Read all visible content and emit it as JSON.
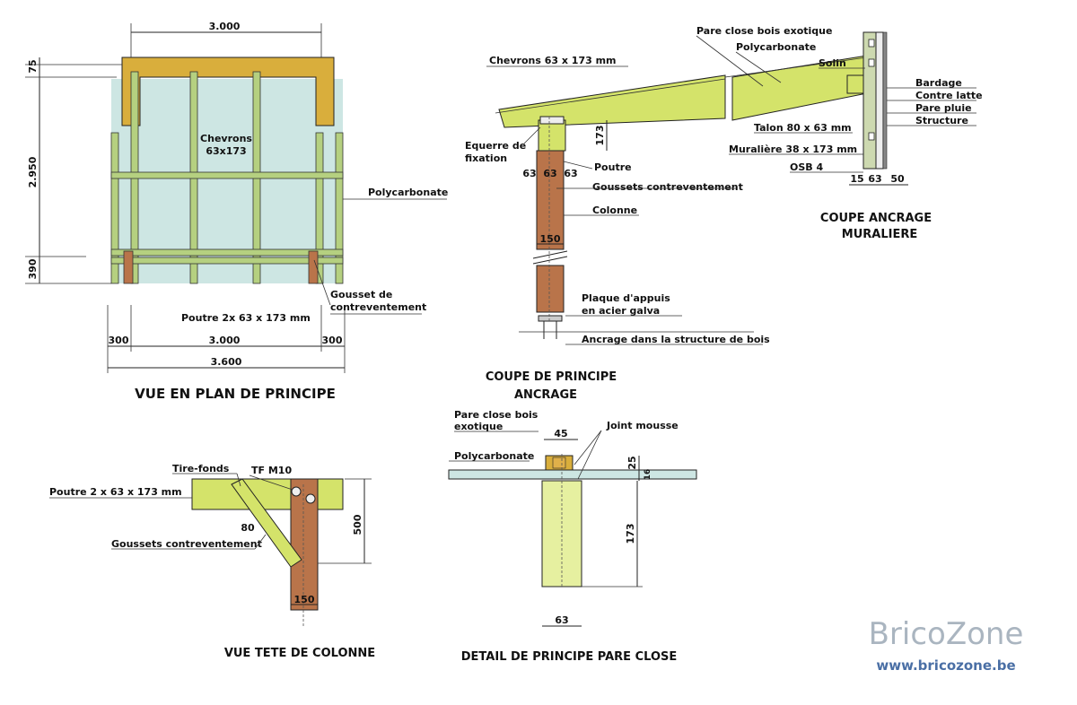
{
  "colors": {
    "wood_yellow": "#d4e36a",
    "beam_ochre": "#d9ae3c",
    "column_brown": "#b9744a",
    "glass": "#cde6e3",
    "watermark_grey": "#aab5c0",
    "watermark_blue": "#4a6fa5"
  },
  "plan": {
    "title": "VUE EN PLAN DE PRINCIPE",
    "dims": {
      "top_width": "3.000",
      "v_75": "75",
      "v_2950": "2.950",
      "v_390": "390",
      "left_300": "300",
      "mid_3000": "3.000",
      "right_300": "300",
      "total": "3.600"
    },
    "labels": {
      "chevrons_1": "Chevrons",
      "chevrons_2": "63x173",
      "polycarbonate": "Polycarbonate",
      "gousset_1": "Gousset de",
      "gousset_2": "contreventement",
      "poutre": "Poutre 2x 63 x 173 mm"
    }
  },
  "coupe_ancrage": {
    "title_1": "COUPE DE PRINCIPE",
    "title_2": "ANCRAGE",
    "labels": {
      "chevrons": "Chevrons 63 x 173 mm",
      "equerre_1": "Equerre de",
      "equerre_2": "fixation",
      "poutre": "Poutre",
      "goussets": "Goussets contreventement",
      "colonne": "Colonne",
      "plaque_1": "Plaque d'appuis",
      "plaque_2": "en acier galva",
      "ancrage": "Ancrage dans la structure de bois"
    },
    "dims": {
      "d173": "173",
      "d63a": "63",
      "d63b": "63",
      "d63c": "63",
      "d150": "150"
    }
  },
  "coupe_muraliere": {
    "title_1": "COUPE ANCRAGE",
    "title_2": "MURALIERE",
    "labels": {
      "pare_close": "Pare close bois exotique",
      "polycarbonate": "Polycarbonate",
      "solin": "Solin",
      "bardage": "Bardage",
      "contre_latte": "Contre latte",
      "pare_pluie": "Pare pluie",
      "structure": "Structure",
      "talon": "Talon 80 x 63 mm",
      "muraliere": "Muralière 38 x 173 mm",
      "osb": "OSB 4"
    },
    "dims": {
      "d15": "15",
      "d63": "63",
      "d50": "50"
    }
  },
  "tete_colonne": {
    "title": "VUE TETE DE COLONNE",
    "labels": {
      "tire_fonds": "Tire-fonds",
      "tf_m10": "TF M10",
      "poutre": "Poutre 2 x 63 x 173 mm",
      "goussets": "Goussets contreventement"
    },
    "dims": {
      "d80": "80",
      "d500": "500",
      "d150": "150"
    }
  },
  "pare_close": {
    "title": "DETAIL DE PRINCIPE PARE CLOSE",
    "labels": {
      "pare_close_1": "Pare close bois",
      "pare_close_2": "exotique",
      "joint": "Joint mousse",
      "polycarbonate": "Polycarbonate"
    },
    "dims": {
      "d45": "45",
      "d25": "25",
      "d16": "16",
      "d173": "173",
      "d63": "63"
    }
  },
  "watermark": {
    "brand": "BricoZone",
    "url": "www.bricozone.be"
  }
}
